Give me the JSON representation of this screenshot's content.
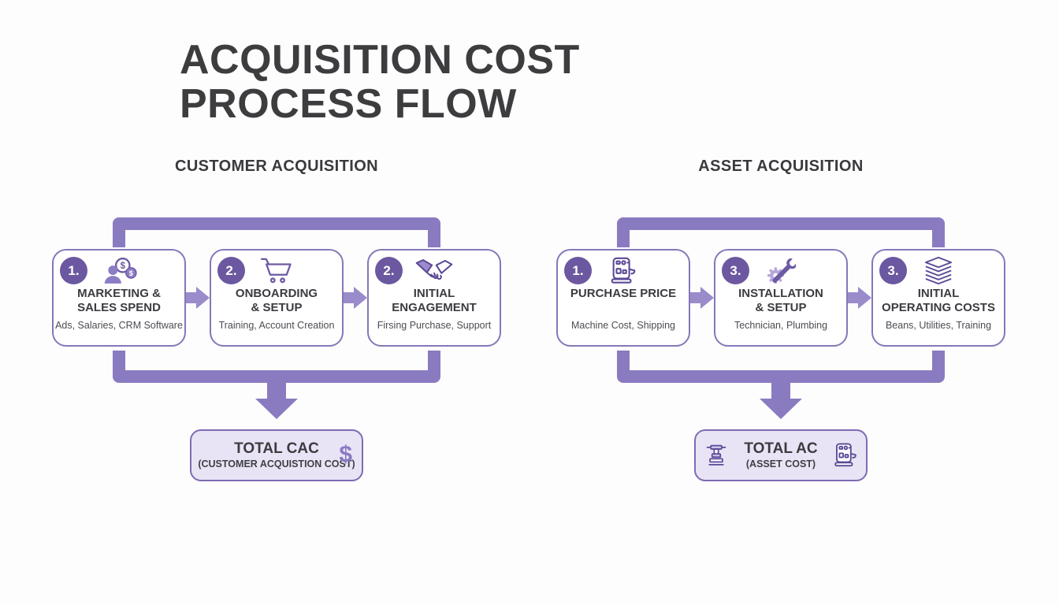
{
  "title": {
    "line1": "ACQUISITION COST",
    "line2": "PROCESS FLOW"
  },
  "colors": {
    "background": "#fdfdfe",
    "bracket_purple": "#8a7bc1",
    "arrow_purple": "#9a8bca",
    "box_border_purple": "#8677b9",
    "badge_purple": "#6b58a0",
    "icon_purple": "#5c4996",
    "total_fill": "#e9e4f5",
    "total_border": "#7e6bb3",
    "title_text": "#3d3d40"
  },
  "flows": [
    {
      "header": "CUSTOMER ACQUISITION",
      "steps": [
        {
          "badge": "1.",
          "icon": "person-coins-icon",
          "title_line1": "MARKETING &",
          "title_line2": "SALES SPEND",
          "subtitle": "Ads, Salaries, CRM Software"
        },
        {
          "badge": "2.",
          "icon": "shopping-cart-icon",
          "title_line1": "ONBOARDING",
          "title_line2": "& SETUP",
          "subtitle": "Training, Account Creation"
        },
        {
          "badge": "2.",
          "icon": "handshake-icon",
          "title_line1": "INITIAL",
          "title_line2": "ENGAGEMENT",
          "subtitle": "Firsing Purchase, Support"
        }
      ],
      "total": {
        "title": "TOTAL CAC",
        "subtitle": "(CUSTOMER ACQUISTION COST)",
        "right_symbol": "$"
      }
    },
    {
      "header": "ASSET ACQUISITION",
      "steps": [
        {
          "badge": "1.",
          "icon": "espresso-machine-icon",
          "title_line1": "PURCHASE PRICE",
          "title_line2": "",
          "subtitle": "Machine Cost, Shipping"
        },
        {
          "badge": "3.",
          "icon": "tools-icon",
          "title_line1": "INSTALLATION",
          "title_line2": "& SETUP",
          "subtitle": "Technician, Plumbing"
        },
        {
          "badge": "3.",
          "icon": "layers-icon",
          "title_line1": "INITIAL",
          "title_line2": "OPERATING COSTS",
          "subtitle": "Beans, Utilities, Training"
        }
      ],
      "total": {
        "title": "TOTAL AC",
        "subtitle": "(ASSET COST)",
        "left_icon": "grinder-icon",
        "right_icon": "espresso-machine-icon"
      }
    }
  ]
}
